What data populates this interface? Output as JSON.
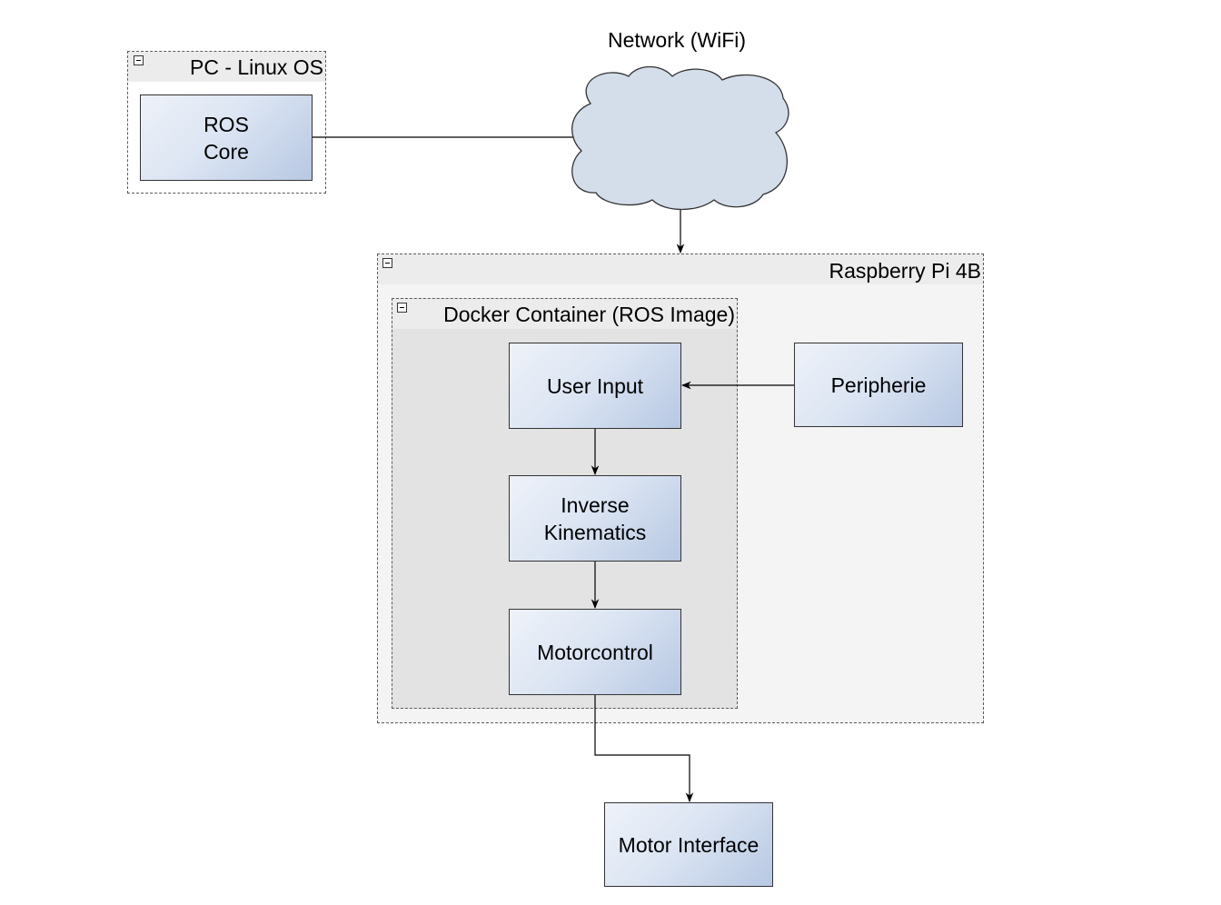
{
  "network": {
    "label": "Network (WiFi)"
  },
  "pc_group": {
    "title": "PC - Linux OS"
  },
  "ros_core": {
    "label_line1": "ROS",
    "label_line2": "Core"
  },
  "rpi_group": {
    "title": "Raspberry Pi 4B"
  },
  "docker_group": {
    "title": "Docker Container (ROS Image)"
  },
  "user_input": {
    "label": "User Input"
  },
  "inverse_kinematics": {
    "label_line1": "Inverse",
    "label_line2": "Kinematics"
  },
  "motorcontrol": {
    "label": "Motorcontrol"
  },
  "peripherie": {
    "label": "Peripherie"
  },
  "motor_interface": {
    "label": "Motor Interface"
  },
  "colors": {
    "node_fill_light": "#eef2f9",
    "node_fill_dark": "#b7c8e3",
    "cloud_fill": "#d4deeb",
    "group_header": "#ececec",
    "rpi_body": "#f4f4f4",
    "docker_body": "#e3e3e3"
  }
}
